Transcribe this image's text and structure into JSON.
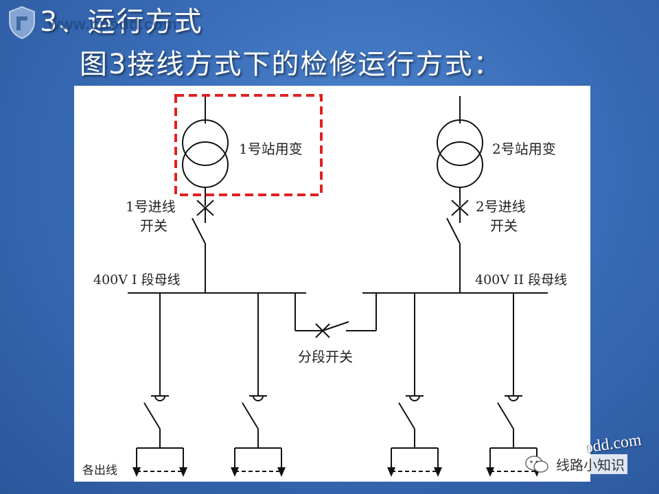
{
  "slide": {
    "heading": "3、运行方式",
    "subheading": "图3接线方式下的检修运行方式："
  },
  "watermark": {
    "url": "www.cpodd.com",
    "corner_url": "odd.com",
    "corner_brand": "线路小知识"
  },
  "diagram": {
    "transformer_1_label": "1号站用变",
    "transformer_2_label": "2号站用变",
    "incoming_switch_1_label": [
      "1号进线",
      "开关"
    ],
    "incoming_switch_2_label": [
      "2号进线",
      "开关"
    ],
    "busbar_1_label": "400V I 段母线",
    "busbar_2_label": "400V II 段母线",
    "bus_tie_label": "分段开关",
    "feeders_label": "各出线",
    "highlight_color": "#e02020",
    "line_color": "#111111"
  }
}
